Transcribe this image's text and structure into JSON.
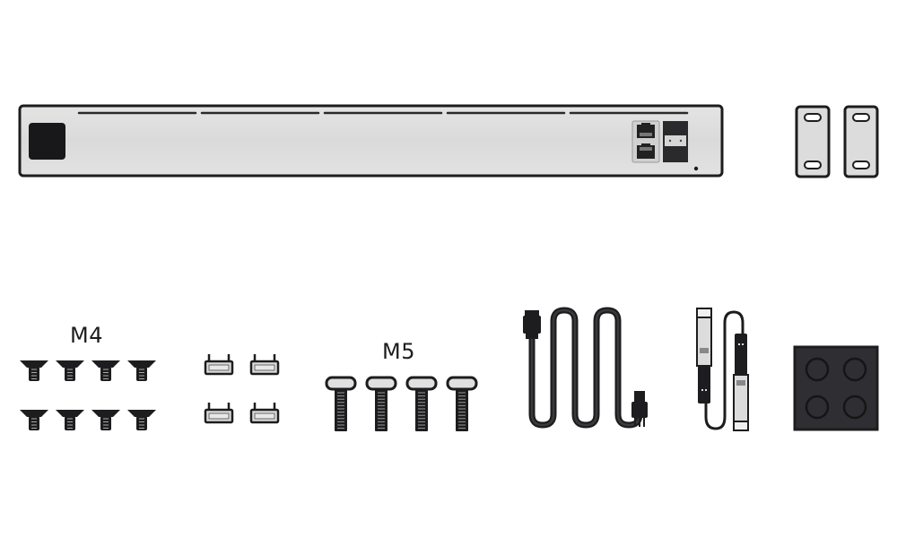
{
  "title": "Package Contents",
  "colors": {
    "outline": "#1d1d1f",
    "metal": "#dcdcdc",
    "metal_light": "#e6e6e6",
    "dark_part": "#2b2b2e",
    "background": "#ffffff"
  },
  "items": [
    {
      "id": "switch",
      "name": "Rack-mount network switch",
      "ports": [
        "RJ45 port",
        "RJ45 port",
        "SFP+ port"
      ]
    },
    {
      "id": "rack-ears",
      "name": "Rack mount brackets",
      "quantity": 2
    },
    {
      "id": "m4-screws",
      "label": "M4",
      "name": "M4 flat-head screws",
      "quantity": 8
    },
    {
      "id": "clips",
      "name": "Cable clips",
      "quantity": 4
    },
    {
      "id": "m5-screws",
      "label": "M5",
      "name": "M5 pan-head screws",
      "quantity": 4
    },
    {
      "id": "power-cord",
      "name": "Power cord",
      "quantity": 1
    },
    {
      "id": "dac-cable",
      "name": "SFP+ DAC cable",
      "quantity": 1
    },
    {
      "id": "rubber-feet",
      "name": "Rubber feet pad",
      "quantity": 4
    }
  ],
  "labels": {
    "m4": "M4",
    "m5": "M5"
  }
}
